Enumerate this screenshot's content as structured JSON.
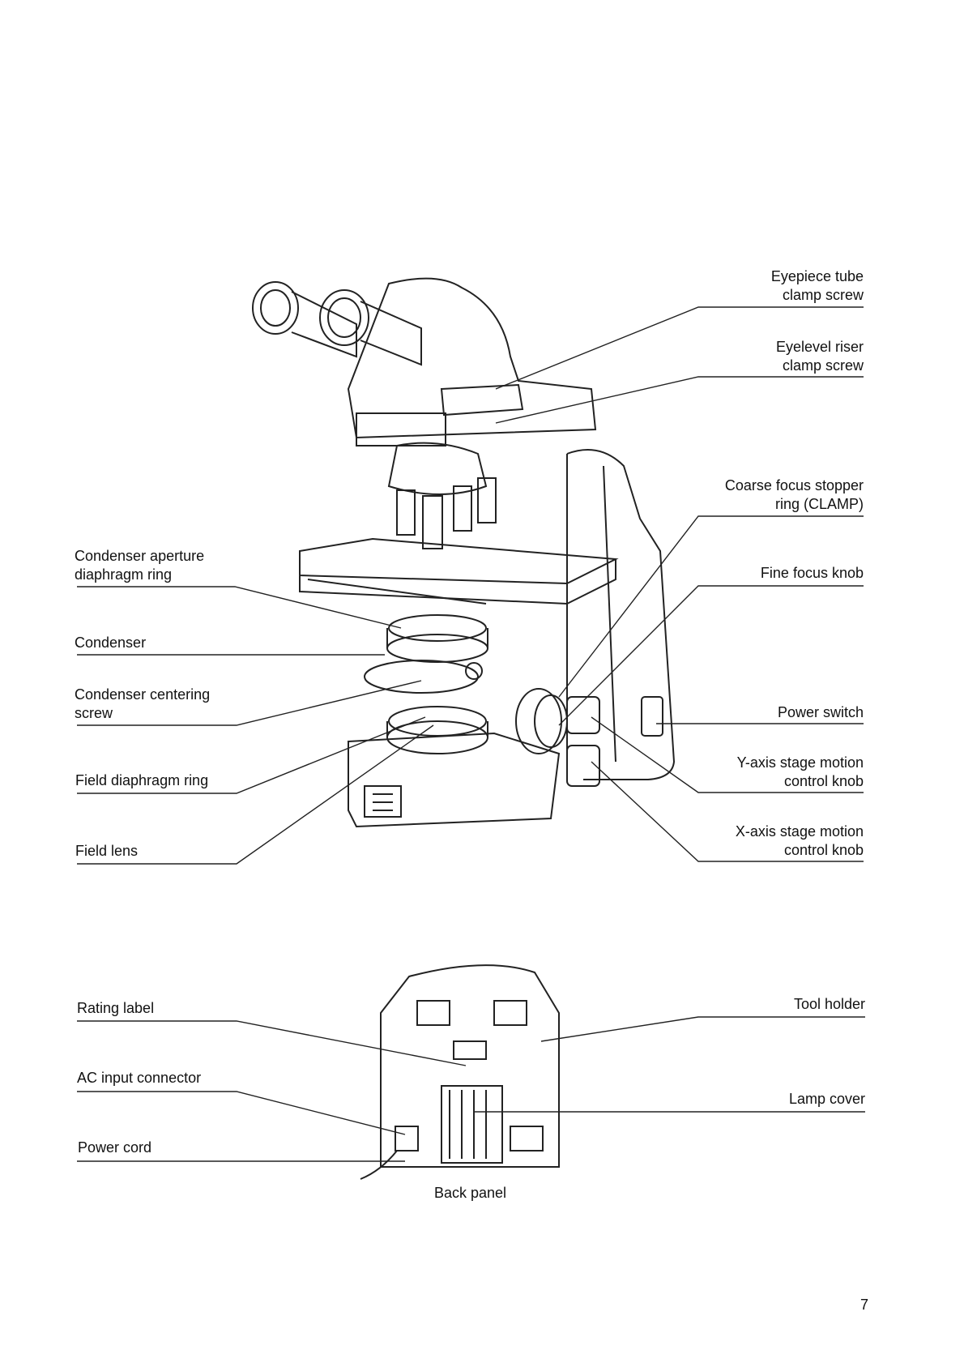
{
  "labels": {
    "eyepiece_tube_clamp_screw": "Eyepiece tube\nclamp screw",
    "eyelevel_riser_clamp_screw": "Eyelevel riser\nclamp screw",
    "coarse_focus_stopper_ring": "Coarse focus stopper\nring (CLAMP)",
    "fine_focus_knob": "Fine focus knob",
    "power_switch": "Power switch",
    "y_axis_knob": "Y-axis stage motion\ncontrol knob",
    "x_axis_knob": "X-axis stage motion\ncontrol knob",
    "condenser_aperture_ring": "Condenser aperture\ndiaphragm ring",
    "condenser": "Condenser",
    "condenser_centering_screw": "Condenser centering\nscrew",
    "field_diaphragm_ring": "Field diaphragm ring",
    "field_lens": "Field lens",
    "rating_label": "Rating label",
    "ac_input_connector": "AC input connector",
    "power_cord": "Power cord",
    "tool_holder": "Tool holder",
    "lamp_cover": "Lamp cover"
  },
  "back_panel_caption": "Back panel",
  "page_number": "7"
}
